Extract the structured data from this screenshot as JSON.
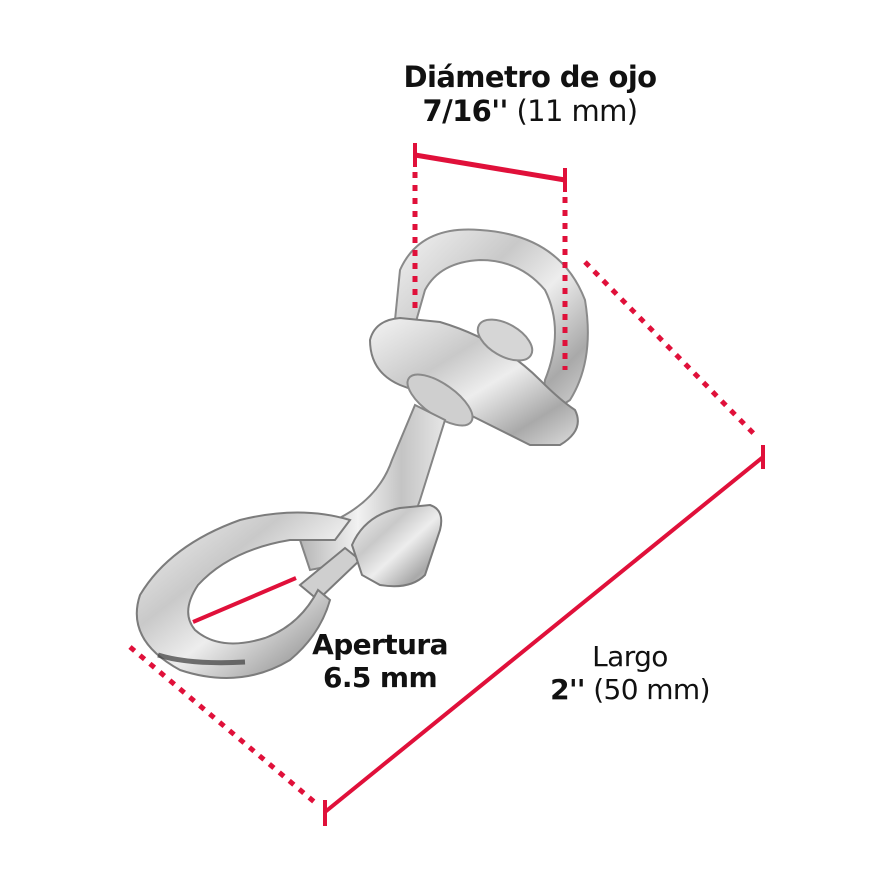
{
  "diagram": {
    "subject": "swivel snap hook",
    "accent_color": "#e0103a",
    "dimensions": {
      "eye_diameter": {
        "title": "Diámetro de ojo",
        "value_imperial": "7/16''",
        "value_metric": "(11 mm)"
      },
      "opening": {
        "title": "Apertura",
        "value": "6.5 mm"
      },
      "length": {
        "title": "Largo",
        "value_imperial": "2''",
        "value_metric": "(50 mm)"
      }
    }
  }
}
